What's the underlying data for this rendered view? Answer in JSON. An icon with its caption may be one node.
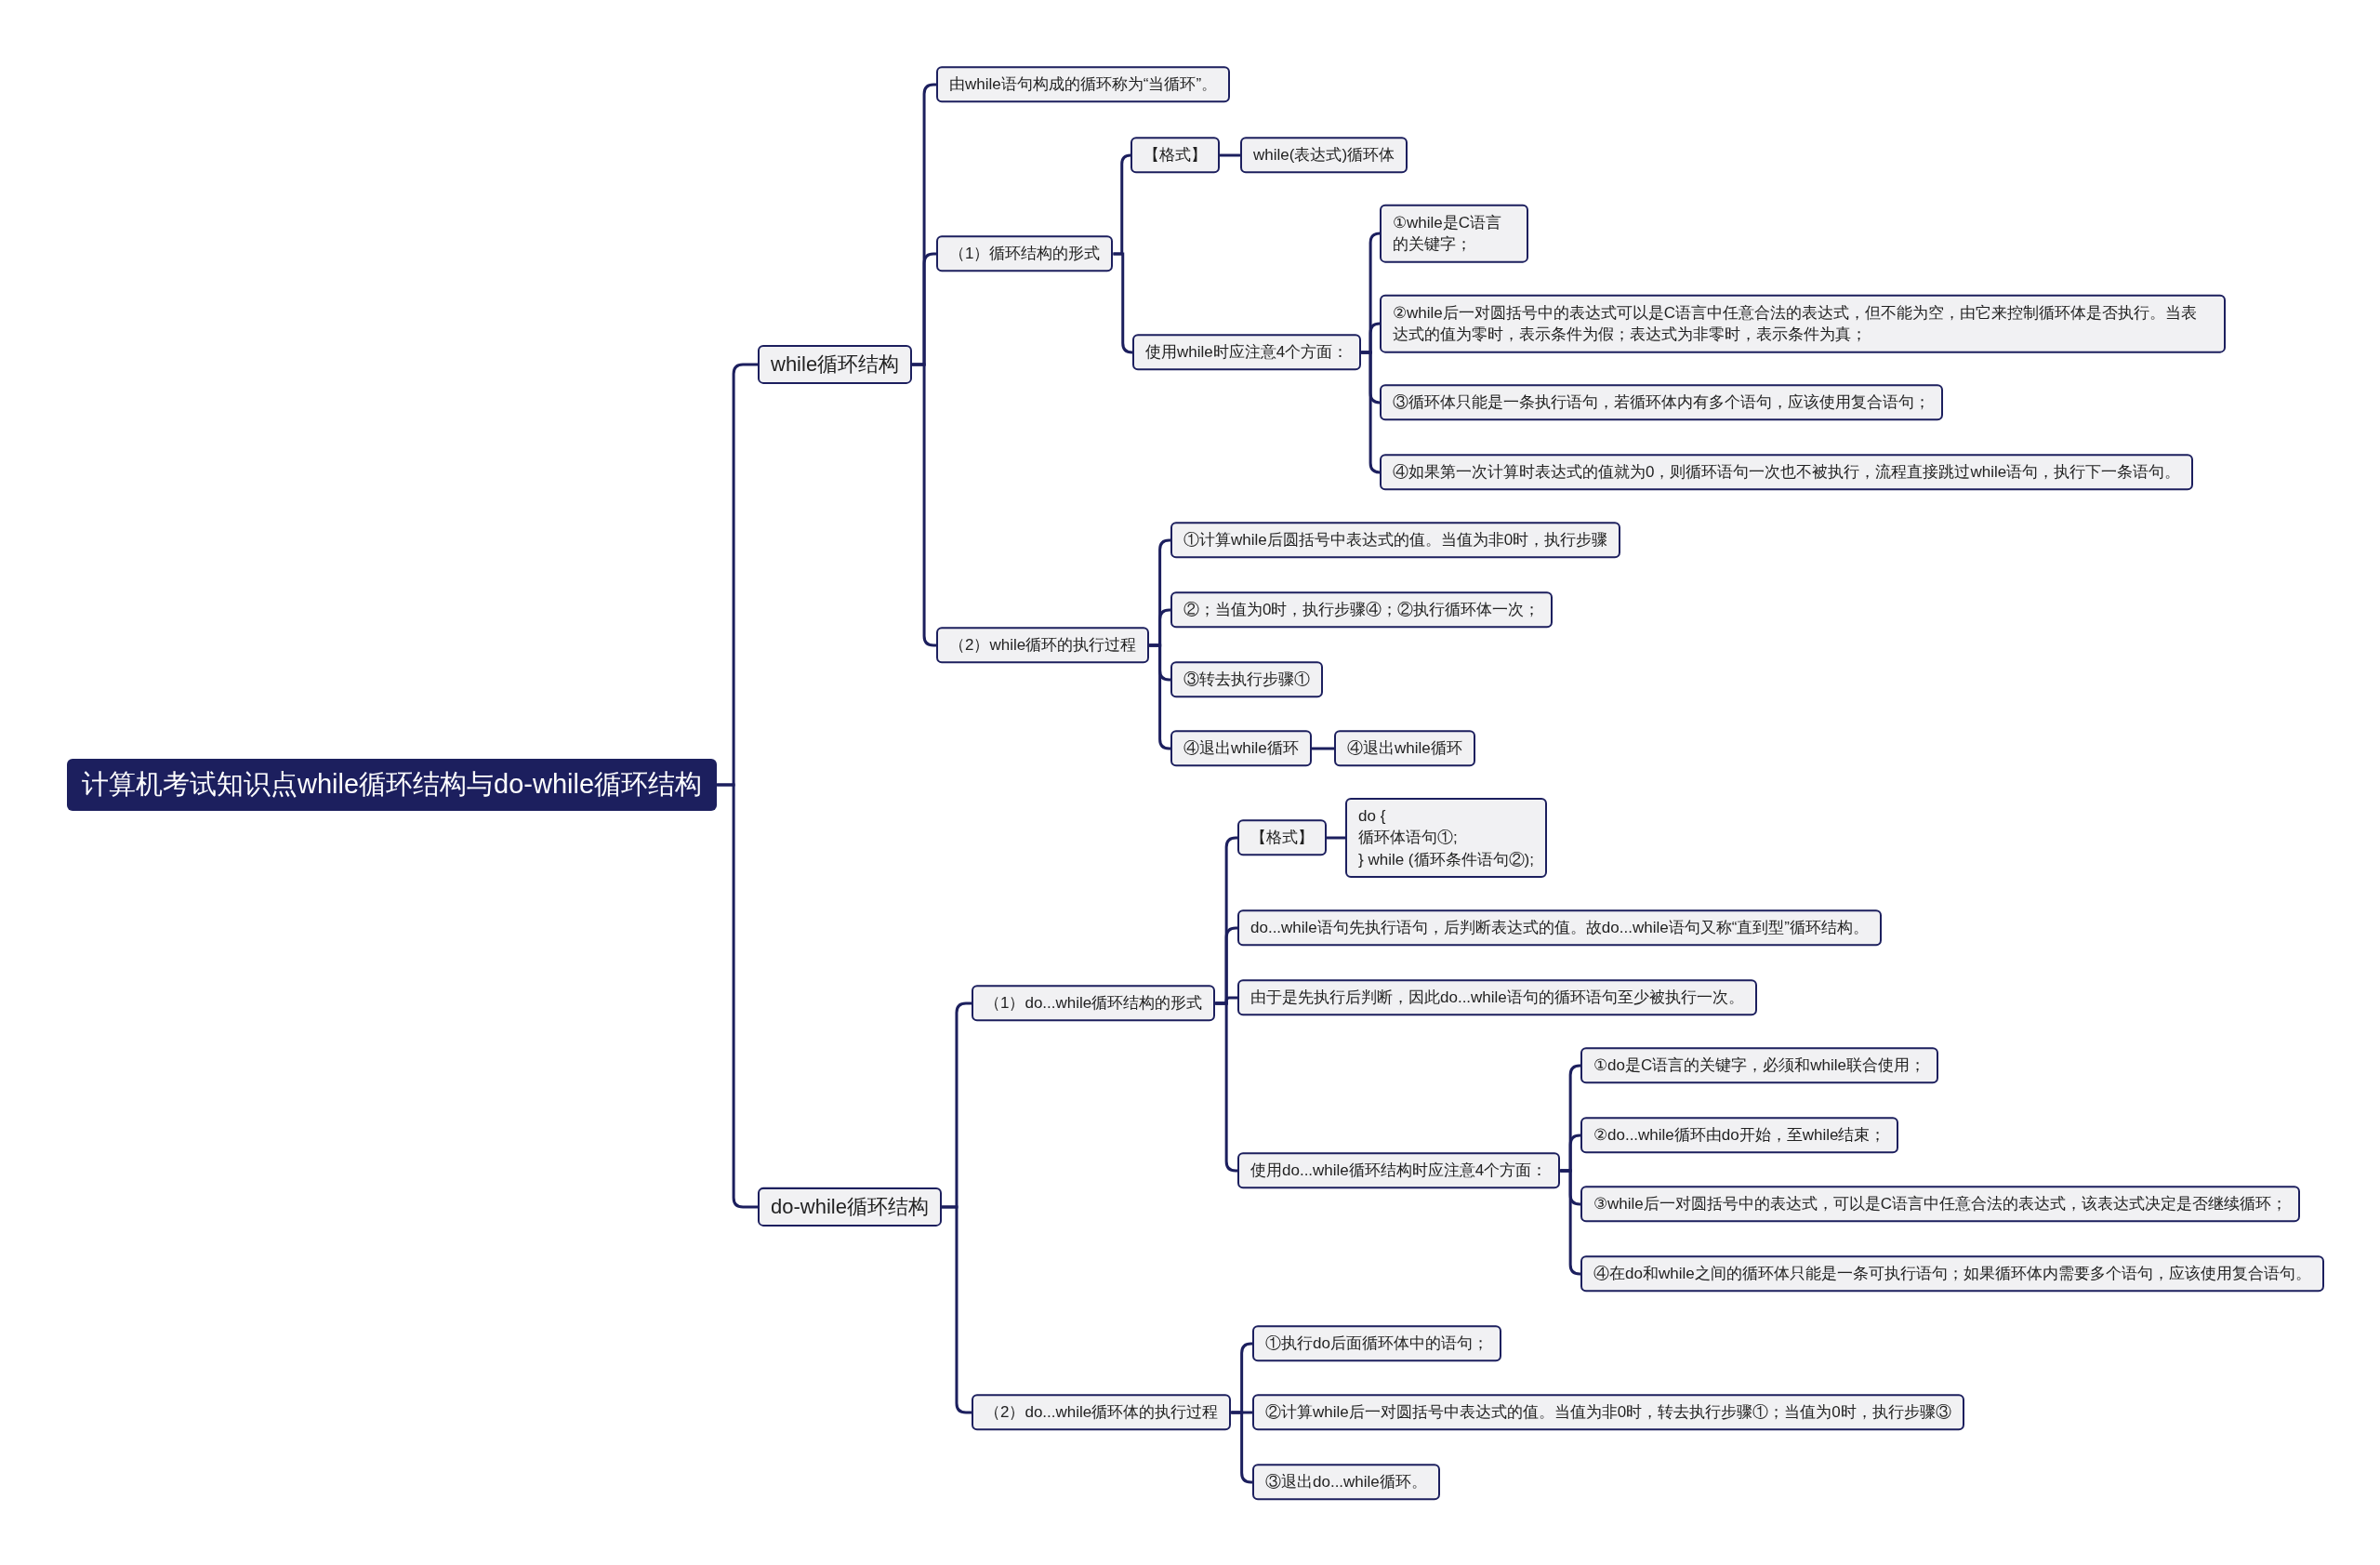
{
  "diagram": {
    "nodes": [
      {
        "text": [
          "计算机考试知识点while循环结构与do-while循环结构"
        ]
      },
      {
        "text": [
          "while循环结构"
        ]
      },
      {
        "text": [
          "由while语句构成的循环称为“当循环”。"
        ]
      },
      {
        "text": [
          "（1）循环结构的形式"
        ]
      },
      {
        "text": [
          "【格式】"
        ]
      },
      {
        "text": [
          "while(表达式)循环体"
        ]
      },
      {
        "text": [
          "使用while时应注意4个方面："
        ]
      },
      {
        "text": [
          "①while是C语言的关键字；"
        ]
      },
      {
        "text": [
          "②while后一对圆括号中的表达式可以是C语言中任意合法的表达式，但不能为空，由它来控制循环体是否执行。当表达式的值为零时，表示条件为假；表达式为非零时，表示条件为真；"
        ]
      },
      {
        "text": [
          "③循环体只能是一条执行语句，若循环体内有多个语句，应该使用复合语句；"
        ]
      },
      {
        "text": [
          "④如果第一次计算时表达式的值就为0，则循环语句一次也不被执行，流程直接跳过while语句，执行下一条语句。"
        ]
      },
      {
        "text": [
          "（2）while循环的执行过程"
        ]
      },
      {
        "text": [
          "①计算while后圆括号中表达式的值。当值为非0时，执行步骤"
        ]
      },
      {
        "text": [
          "②；当值为0时，执行步骤④；②执行循环体一次；"
        ]
      },
      {
        "text": [
          "③转去执行步骤①"
        ]
      },
      {
        "text": [
          "④退出while循环"
        ]
      },
      {
        "text": [
          "④退出while循环"
        ]
      },
      {
        "text": [
          "do-while循环结构"
        ]
      },
      {
        "text": [
          "（1）do...while循环结构的形式"
        ]
      },
      {
        "text": [
          "【格式】"
        ]
      },
      {
        "text": [
          "do {",
          "循环体语句①;",
          "} while (循环条件语句②);"
        ]
      },
      {
        "text": [
          "do...while语句先执行语句，后判断表达式的值。故do...while语句又称“直到型”循环结构。"
        ]
      },
      {
        "text": [
          "由于是先执行后判断，因此do...while语句的循环语句至少被执行一次。"
        ]
      },
      {
        "text": [
          "使用do...while循环结构时应注意4个方面："
        ]
      },
      {
        "text": [
          "①do是C语言的关键字，必须和while联合使用；"
        ]
      },
      {
        "text": [
          "②do...while循环由do开始，至while结束；"
        ]
      },
      {
        "text": [
          "③while后一对圆括号中的表达式，可以是C语言中任意合法的表达式，该表达式决定是否继续循环；"
        ]
      },
      {
        "text": [
          "④在do和while之间的循环体只能是一条可执行语句；如果循环体内需要多个语句，应该使用复合语句。"
        ]
      },
      {
        "text": [
          "（2）do...while循环体的执行过程"
        ]
      },
      {
        "text": [
          "①执行do后面循环体中的语句；"
        ]
      },
      {
        "text": [
          "②计算while后一对圆括号中表达式的值。当值为非0时，转去执行步骤①；当值为0时，执行步骤③"
        ]
      },
      {
        "text": [
          "③退出do...while循环。"
        ]
      }
    ],
    "edges": [
      {
        "from": 0,
        "to": 1,
        "arrow": "none"
      },
      {
        "from": 0,
        "to": 17,
        "arrow": "none"
      },
      {
        "from": 1,
        "to": 2,
        "arrow": "none"
      },
      {
        "from": 1,
        "to": 3,
        "arrow": "none"
      },
      {
        "from": 1,
        "to": 11,
        "arrow": "none"
      },
      {
        "from": 3,
        "to": 4,
        "arrow": "none"
      },
      {
        "from": 3,
        "to": 6,
        "arrow": "none"
      },
      {
        "from": 4,
        "to": 5,
        "arrow": "none"
      },
      {
        "from": 6,
        "to": 7,
        "arrow": "none"
      },
      {
        "from": 6,
        "to": 8,
        "arrow": "none"
      },
      {
        "from": 6,
        "to": 9,
        "arrow": "none"
      },
      {
        "from": 6,
        "to": 10,
        "arrow": "none"
      },
      {
        "from": 11,
        "to": 12,
        "arrow": "none"
      },
      {
        "from": 11,
        "to": 13,
        "arrow": "none"
      },
      {
        "from": 11,
        "to": 14,
        "arrow": "none"
      },
      {
        "from": 11,
        "to": 15,
        "arrow": "none"
      },
      {
        "from": 15,
        "to": 16,
        "arrow": "none"
      },
      {
        "from": 17,
        "to": 18,
        "arrow": "none"
      },
      {
        "from": 17,
        "to": 28,
        "arrow": "none"
      },
      {
        "from": 18,
        "to": 19,
        "arrow": "none"
      },
      {
        "from": 18,
        "to": 21,
        "arrow": "none"
      },
      {
        "from": 18,
        "to": 22,
        "arrow": "none"
      },
      {
        "from": 18,
        "to": 23,
        "arrow": "none"
      },
      {
        "from": 19,
        "to": 20,
        "arrow": "none"
      },
      {
        "from": 23,
        "to": 24,
        "arrow": "none"
      },
      {
        "from": 23,
        "to": 25,
        "arrow": "none"
      },
      {
        "from": 23,
        "to": 26,
        "arrow": "none"
      },
      {
        "from": 23,
        "to": 27,
        "arrow": "none"
      },
      {
        "from": 28,
        "to": 29,
        "arrow": "none"
      },
      {
        "from": 28,
        "to": 30,
        "arrow": "none"
      },
      {
        "from": 28,
        "to": 31,
        "arrow": "none"
      }
    ]
  }
}
